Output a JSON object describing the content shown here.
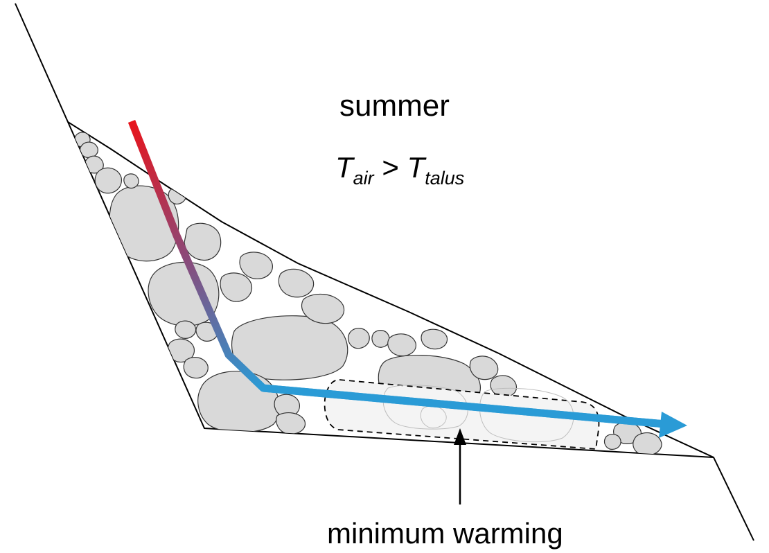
{
  "season_label": "summer",
  "temperature_relation": {
    "left_symbol": "T",
    "left_subscript": "air",
    "operator": ">",
    "right_symbol": "T",
    "right_subscript": "talus"
  },
  "annotation": "minimum warming",
  "colors": {
    "airflow_start": "#e8141b",
    "airflow_end": "#2a9bd6",
    "rock_fill": "#d9d9d9",
    "zone_fill": "#f4f4f4"
  }
}
